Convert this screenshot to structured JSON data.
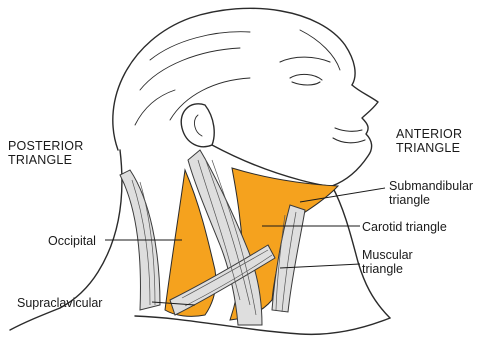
{
  "headings": {
    "posterior": [
      "POSTERIOR",
      "TRIANGLE"
    ],
    "anterior": [
      "ANTERIOR",
      "TRIANGLE"
    ]
  },
  "labels": {
    "submandibular": [
      "Submandibular",
      "triangle"
    ],
    "carotid": "Carotid triangle",
    "occipital": "Occipital",
    "muscular": [
      "Muscular",
      "triangle"
    ],
    "supraclavicular": "Supraclavicular"
  },
  "colors": {
    "highlight": "#F5A21E",
    "outline": "#2b2b2b",
    "muscle": "#d9d9d9"
  }
}
